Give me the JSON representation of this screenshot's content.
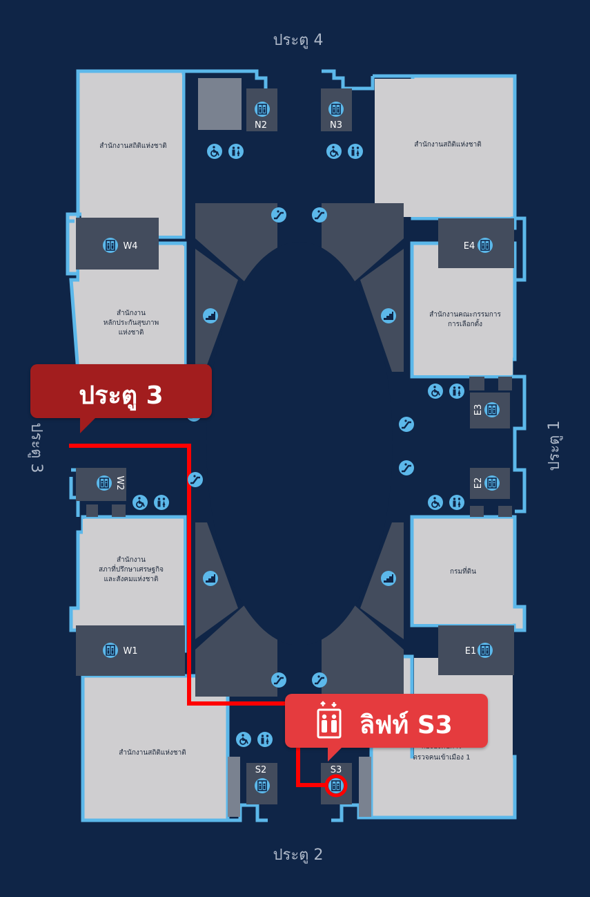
{
  "gates": {
    "top": "ประตู 4",
    "bottom": "ประตู 2",
    "left": "ประตู 3",
    "right": "ประตู 1"
  },
  "rooms": {
    "nw_office": "สำนักงานสถิติแห่งชาติ",
    "ne_office": "สำนักงานสถิติแห่งชาติ",
    "sw_office": "สำนักงานสถิติแห่งชาติ",
    "w_upper_office": [
      "สำนักงาน",
      "หลักประกันสุขภาพ",
      "แห่งชาติ"
    ],
    "w_lower_office": [
      "สำนักงาน",
      "สภาที่ปรึกษาเศรษฐกิจ",
      "และสังคมแห่งชาติ"
    ],
    "e_upper_office": [
      "สำนักงานคณะกรรมการ",
      "การเลือกตั้ง"
    ],
    "e_lower_office": "กรมที่ดิน",
    "se_office": [
      "กองบังคับการ",
      "ตรวจคนเข้าเมือง 1"
    ]
  },
  "lifts": [
    "N2",
    "N3",
    "W4",
    "E4",
    "E3",
    "W2",
    "E2",
    "W1",
    "E1",
    "S2",
    "S3"
  ],
  "callouts": {
    "gate": "ประตู 3",
    "lift": "ลิฟท์ S3"
  },
  "colors": {
    "background": "#0f2547",
    "outline": "#5cb8ea",
    "office": "#cfced0",
    "dark_block": "#434c5d",
    "route": "#ff0000",
    "gate_callout": "#a21d1e",
    "lift_callout": "#e53b3e",
    "icon_circle": "#5cb8ea"
  },
  "icons": [
    "elevator-icon",
    "escalator-icon",
    "stairs-icon",
    "wheelchair-icon",
    "restroom-icon"
  ]
}
